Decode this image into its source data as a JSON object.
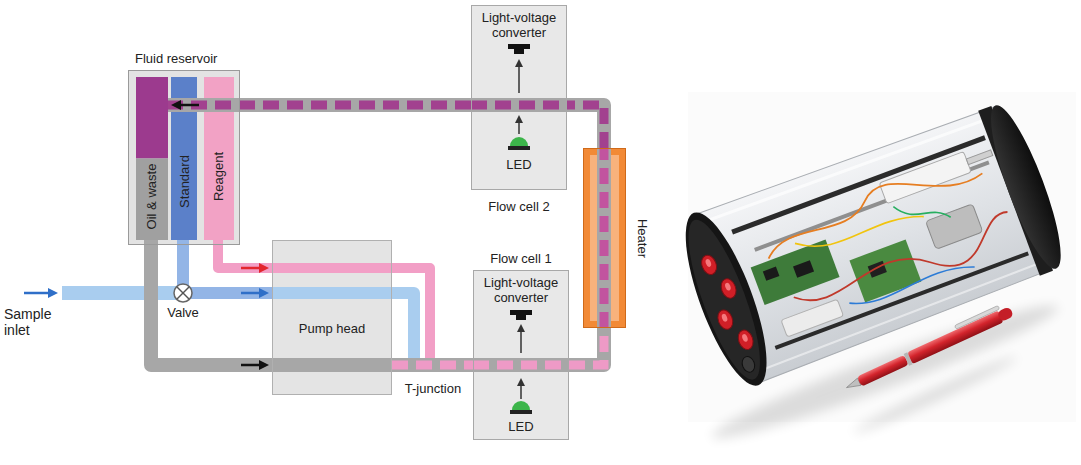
{
  "diagram": {
    "nodes": [
      {
        "text": [
          "Fluid reservoir"
        ]
      },
      {
        "text": [
          "Oil & waste"
        ],
        "in": 0
      },
      {
        "text": [
          "Standard"
        ],
        "in": 0
      },
      {
        "text": [
          "Reagent"
        ],
        "in": 0
      },
      {
        "text": [
          "Light-voltage converter",
          "LED",
          "Flow cell 2"
        ]
      },
      {
        "text": [
          "Heater"
        ]
      },
      {
        "text": [
          "Pump head"
        ]
      },
      {
        "text": [
          "Flow cell 1",
          "Light-voltage converter",
          "LED"
        ]
      }
    ],
    "edges": [
      {
        "from": 1,
        "to": 6,
        "arrow": "to"
      },
      {
        "from": 3,
        "to": 6,
        "arrow": "to"
      },
      {
        "from": 2,
        "to": 6,
        "arrow": "to"
      },
      {
        "from": 6,
        "to": 7,
        "arrow": "none"
      },
      {
        "from": 7,
        "to": 5,
        "arrow": "none"
      },
      {
        "from": 5,
        "to": 4,
        "arrow": "none"
      },
      {
        "from": 4,
        "to": 1,
        "arrow": "to"
      }
    ],
    "labels": [
      "Sample inlet",
      "Valve",
      "T-junction"
    ]
  }
}
